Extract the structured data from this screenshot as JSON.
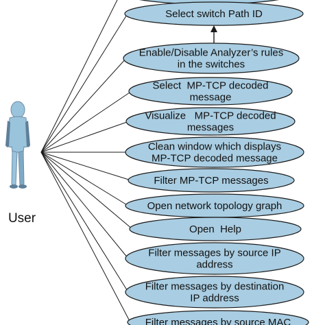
{
  "actor": {
    "label": "User"
  },
  "use_cases": [
    {
      "id": "select-switch-path-id",
      "lines": [
        "Select switch Path ID"
      ]
    },
    {
      "id": "enable-disable-analyzer-rules",
      "lines": [
        "Enable/Disable Analyzer’s rules",
        "in the switches"
      ]
    },
    {
      "id": "select-mptcp-decoded-message",
      "lines": [
        "Select  MP-TCP decoded",
        "message"
      ]
    },
    {
      "id": "visualize-mptcp-decoded-messages",
      "lines": [
        "Visualize   MP-TCP decoded",
        "messages"
      ]
    },
    {
      "id": "clean-window",
      "lines": [
        "Clean window which displays",
        "MP-TCP decoded message"
      ]
    },
    {
      "id": "filter-mptcp-messages",
      "lines": [
        "Filter MP-TCP messages"
      ]
    },
    {
      "id": "open-network-topology-graph",
      "lines": [
        "Open network topology graph"
      ]
    },
    {
      "id": "open-help",
      "lines": [
        "Open  Help"
      ]
    },
    {
      "id": "filter-by-source-ip",
      "lines": [
        "Filter messages by source IP",
        "address"
      ]
    },
    {
      "id": "filter-by-destination-ip",
      "lines": [
        "Filter messages by destination",
        "IP address"
      ]
    },
    {
      "id": "filter-by-source-mac",
      "lines": [
        "Filter messages by source MAC"
      ]
    }
  ],
  "colors": {
    "ellipse_fill": "#a9cde2",
    "ellipse_stroke": "#1a1a1a",
    "line": "#1a1a1a",
    "actor_body": "#9ac3dc",
    "actor_shadow": "#5e7f99",
    "actor_outline": "#6f8ea6"
  }
}
